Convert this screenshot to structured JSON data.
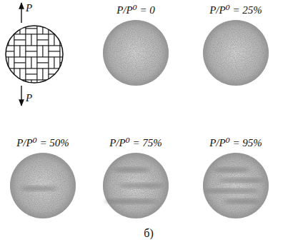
{
  "diagram": {
    "caption": "б)",
    "nodes": [
      {
        "text": [
          "P/P⁰ = 0"
        ]
      },
      {
        "text": [
          "P/P⁰ = 25%"
        ]
      },
      {
        "text": [
          "P/P⁰ = 50%"
        ]
      },
      {
        "text": [
          "P/P⁰ = 75%"
        ]
      },
      {
        "text": [
          "P/P⁰ = 95%"
        ]
      }
    ],
    "labels": [
      "P",
      "P"
    ]
  }
}
